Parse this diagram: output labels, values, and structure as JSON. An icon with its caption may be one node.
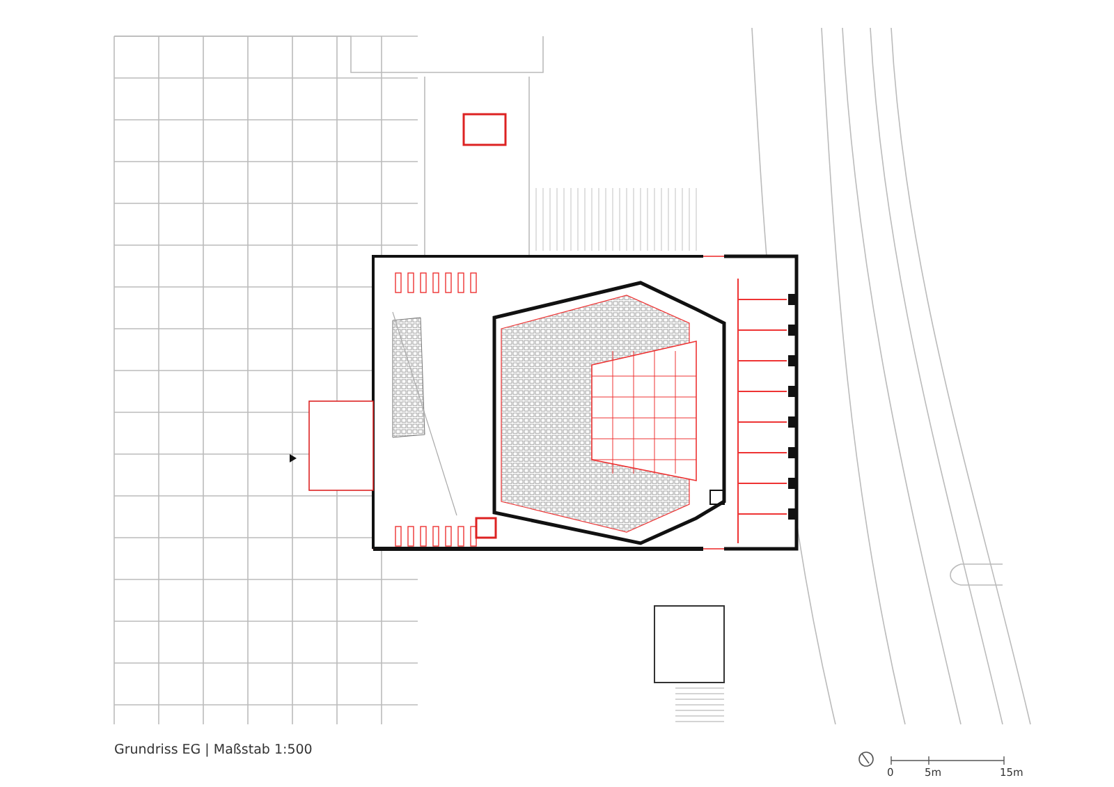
{
  "diagram": {
    "caption": "Grundriss EG | Maßstab 1:500",
    "labels": [
      "0",
      "5m",
      "15m"
    ]
  }
}
